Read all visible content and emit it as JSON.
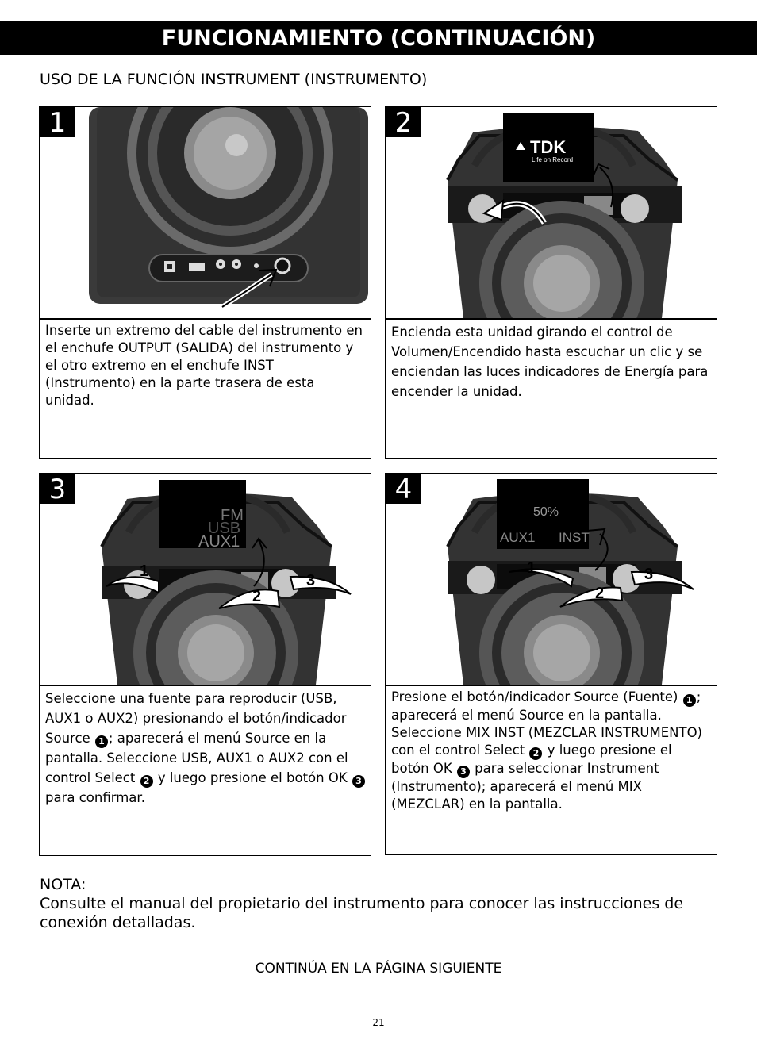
{
  "header": {
    "title": "FUNCIONAMIENTO (CONTINUACIÓN)"
  },
  "section_title": "USO DE LA FUNCIÓN INSTRUMENT (INSTRUMENTO)",
  "steps": [
    {
      "number": "1",
      "text": "Inserte un extremo del cable del instrumento en el enchufe OUTPUT (SALIDA) del instrumento y el otro extremo en el enchufe INST (Instrumento) en la parte trasera de esta unidad."
    },
    {
      "number": "2",
      "text": "Encienda esta unidad girando el control de Volumen/Encendido hasta escuchar un clic y se enciendan las luces indicadores de Energía para encender la unidad.",
      "display_brand": "TDK",
      "display_tagline": "Life on Record"
    },
    {
      "number": "3",
      "text_a": "Seleccione una fuente para reproducir (USB, AUX1 o AUX2) presionando el botón/indicador Source",
      "text_b": "; aparecerá el menú Source en la pantalla. Seleccione USB, AUX1 o AUX2 con el control Select",
      "text_c": " y luego presione el botón OK",
      "text_d": " para confirmar.",
      "display_lines": [
        "FM",
        "USB",
        "AUX1"
      ],
      "callouts": [
        "1",
        "2",
        "3"
      ]
    },
    {
      "number": "4",
      "text_a": "Presione el botón/indicador Source (Fuente)",
      "text_b": "; aparecerá el menú Source en la pantalla. Seleccione MIX INST (MEZCLAR INSTRUMENTO) con el control Select",
      "text_c": " y luego presione el botón OK",
      "text_d": " para seleccionar Instrument (Instrumento); aparecerá el menú MIX (MEZCLAR) en la pantalla.",
      "display_percent": "50%",
      "display_left": "AUX1",
      "display_right": "INST",
      "callouts": [
        "1",
        "2",
        "3"
      ]
    }
  ],
  "badges": {
    "one": "1",
    "two": "2",
    "three": "3"
  },
  "note": {
    "label": "NOTA:",
    "text": "Consulte el manual del propietario del instrumento para conocer las instrucciones de conexión detalladas."
  },
  "continued": "CONTINÚA EN LA PÁGINA SIGUIENTE",
  "page_number": "21"
}
